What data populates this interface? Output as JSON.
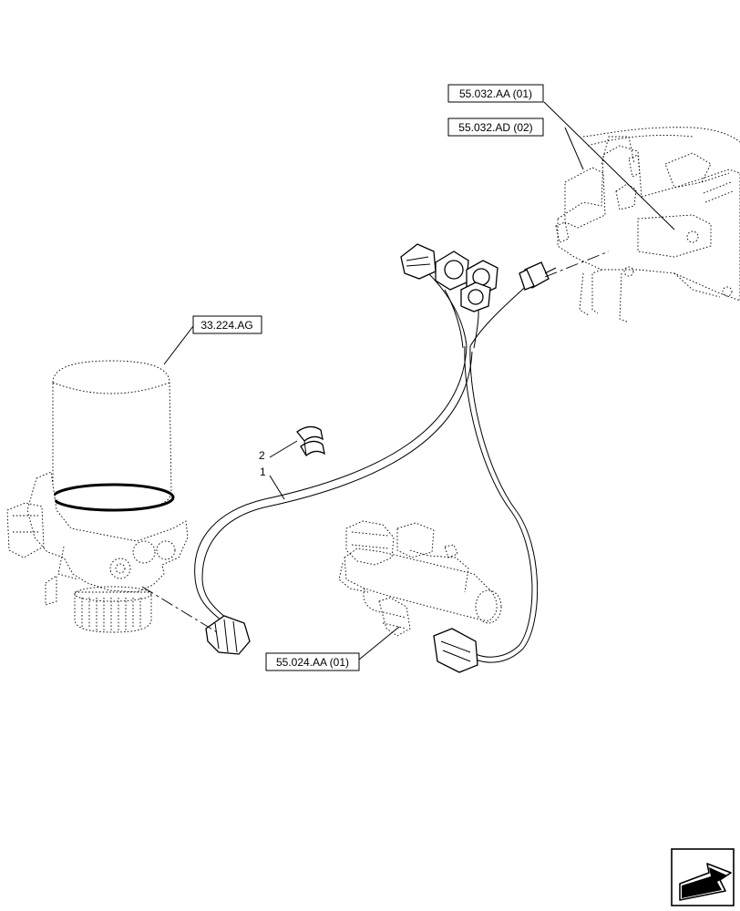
{
  "references": {
    "ref_valve_top": "55.032.AA (01)",
    "ref_valve_second": "55.032.AD (02)",
    "ref_dryer": "33.224.AG",
    "ref_sensor": "55.024.AA (01)"
  },
  "callouts": {
    "item_1": "1",
    "item_2": "2"
  }
}
